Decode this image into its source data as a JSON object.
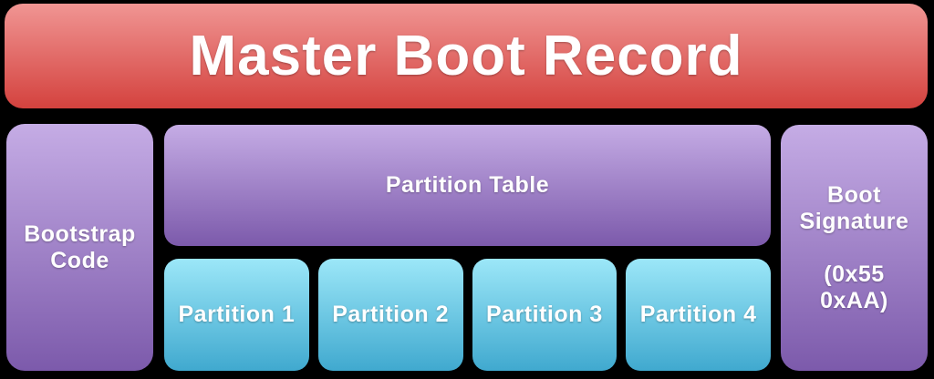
{
  "title": "Master Boot Record",
  "blocks": {
    "bootstrap": {
      "label": "Bootstrap\nCode"
    },
    "partition_table": {
      "label": "Partition Table"
    },
    "partitions": [
      "Partition 1",
      "Partition 2",
      "Partition 3",
      "Partition 4"
    ],
    "boot_signature": {
      "label": "Boot\nSignature\n\n(0x55\n0xAA)"
    }
  },
  "colors": {
    "background": "#000000",
    "red_top": "#f09593",
    "red_bottom": "#d4423e",
    "purple_top": "#c5ace5",
    "purple_bottom": "#7c5aab",
    "cyan_top": "#9ce7f8",
    "cyan_bottom": "#40a9cf",
    "text": "#ffffff"
  }
}
